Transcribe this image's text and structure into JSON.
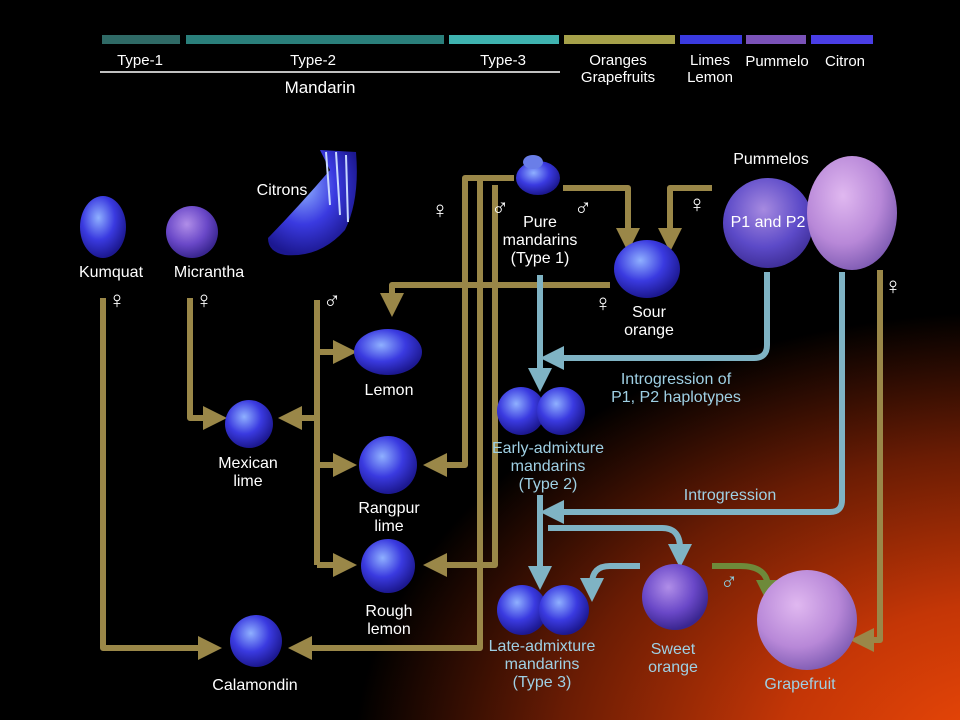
{
  "legend": {
    "items": [
      {
        "label": "Type-1",
        "color": "#2f6a66"
      },
      {
        "label": "Type-2",
        "color": "#2a7f7b"
      },
      {
        "label": "Type-3",
        "color": "#3fb3b0"
      },
      {
        "label": "Oranges\nGrapefruits",
        "color": "#a6a14a"
      },
      {
        "label": "Limes\nLemon",
        "color": "#3a3ae0"
      },
      {
        "label": "Pummelo",
        "color": "#7a52b8"
      },
      {
        "label": "Citron",
        "color": "#4a3ee6"
      }
    ],
    "group_label": "Mandarin"
  },
  "nodes": {
    "kumquat": "Kumquat",
    "micrantha": "Micrantha",
    "citrons": "Citrons",
    "pure_mandarins": "Pure\nmandarins\n(Type 1)",
    "pummelos": "Pummelos",
    "p1_p2": "P1 and P2",
    "sour_orange": "Sour\norange",
    "lemon": "Lemon",
    "mexican_lime": "Mexican\nlime",
    "rangpur_lime": "Rangpur\nlime",
    "rough_lemon": "Rough\nlemon",
    "calamondin": "Calamondin",
    "early_admixture": "Early-admixture\nmandarins\n(Type 2)",
    "late_admixture": "Late-admixture\nmandarins\n(Type 3)",
    "sweet_orange": "Sweet\norange",
    "grapefruit": "Grapefruit"
  },
  "annotations": {
    "introgression_p1p2": "Introgression of\nP1, P2 haplotypes",
    "introgression": "Introgression"
  },
  "symbols": {
    "female": "♀",
    "male": "♂"
  },
  "colors": {
    "olive_arrow": "#9a8748",
    "blue_arrow": "#7fb3c4",
    "green_arrow": "#6e8a3a",
    "fruit_blue": "#3a3ae0"
  }
}
